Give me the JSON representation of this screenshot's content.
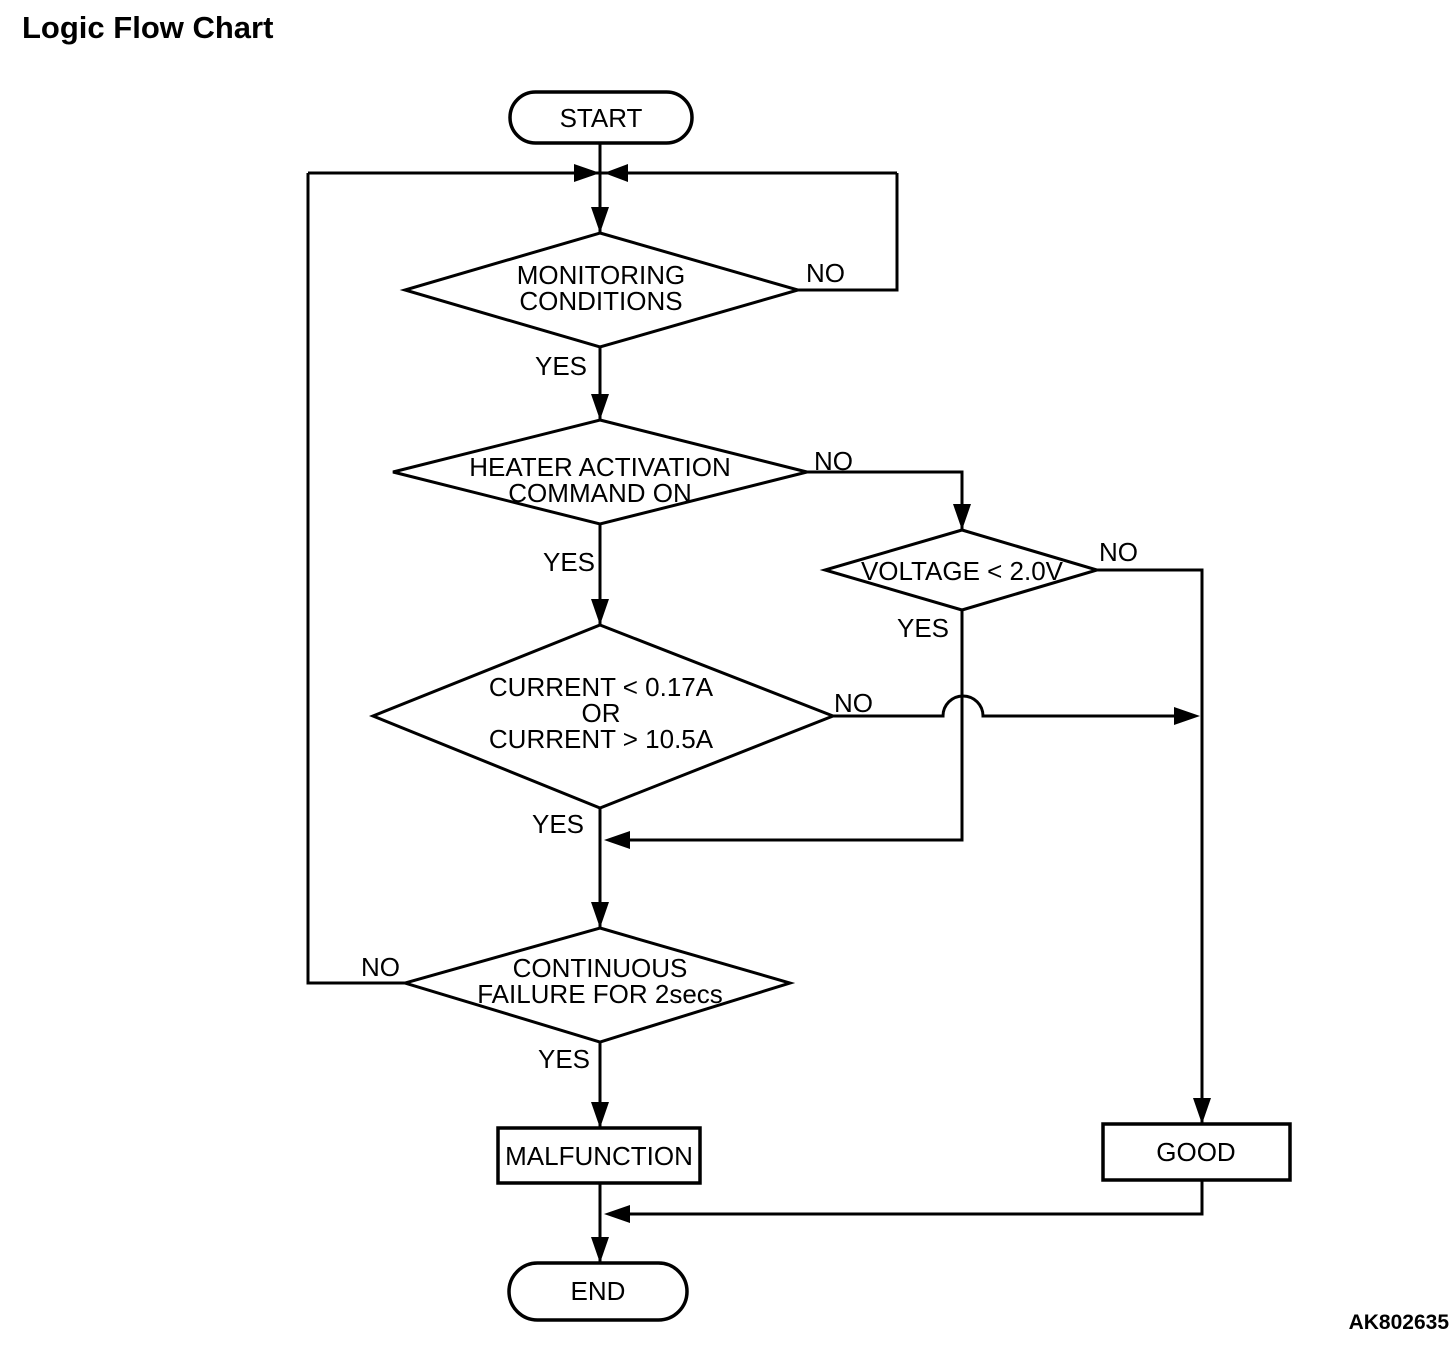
{
  "page": {
    "title": "Logic Flow Chart",
    "figure_code": "AK802635"
  },
  "colors": {
    "line": "#000000",
    "text": "#000000",
    "background": "#ffffff"
  },
  "flowchart": {
    "nodes": {
      "start": {
        "type": "terminator",
        "label": "START"
      },
      "monitoring": {
        "type": "decision",
        "label_line1": "MONITORING",
        "label_line2": "CONDITIONS",
        "branch_yes": "YES",
        "branch_no": "NO"
      },
      "heater": {
        "type": "decision",
        "label_line1": "HEATER ACTIVATION",
        "label_line2": "COMMAND ON",
        "branch_yes": "YES",
        "branch_no": "NO"
      },
      "voltage": {
        "type": "decision",
        "label": "VOLTAGE < 2.0V",
        "branch_yes": "YES",
        "branch_no": "NO"
      },
      "current": {
        "type": "decision",
        "label_line1": "CURRENT < 0.17A",
        "label_line2": "OR",
        "label_line3": "CURRENT > 10.5A",
        "branch_yes": "YES",
        "branch_no": "NO"
      },
      "continuous": {
        "type": "decision",
        "label_line1": "CONTINUOUS",
        "label_line2": "FAILURE FOR 2secs",
        "branch_yes": "YES",
        "branch_no": "NO"
      },
      "malfunction": {
        "type": "process",
        "label": "MALFUNCTION"
      },
      "good": {
        "type": "process",
        "label": "GOOD"
      },
      "end": {
        "type": "terminator",
        "label": "END"
      }
    }
  }
}
